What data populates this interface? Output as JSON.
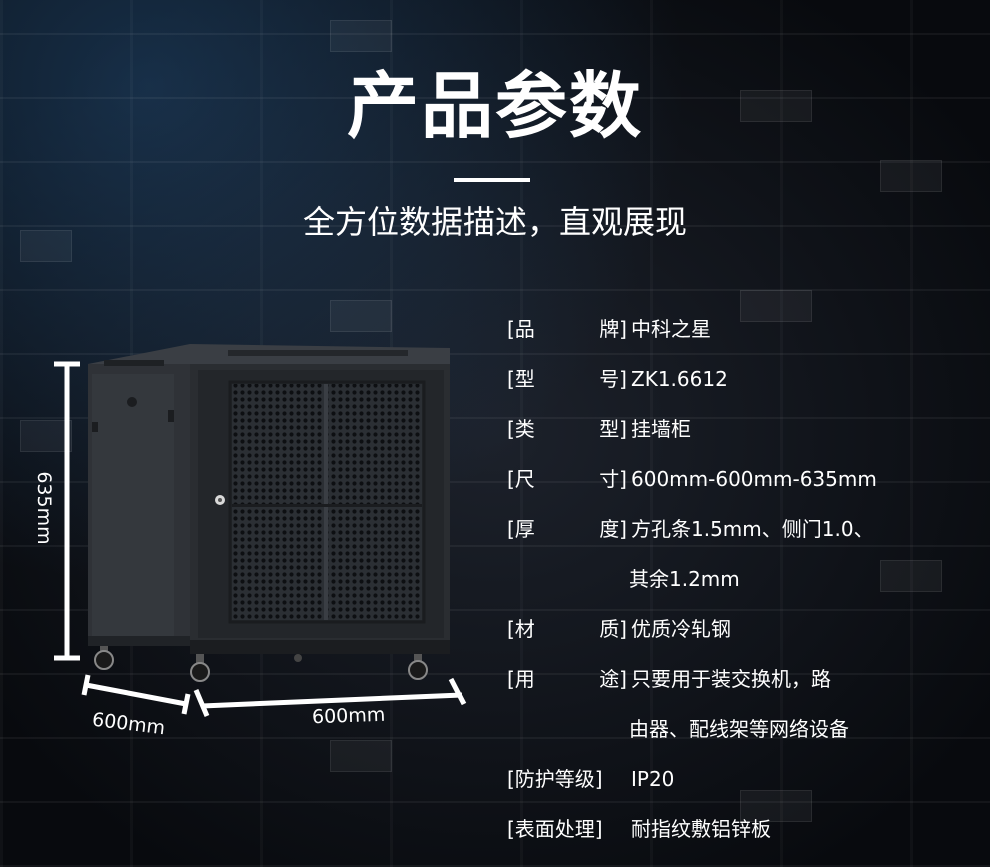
{
  "header": {
    "title": "产品参数",
    "subtitle": "全方位数据描述，直观展现"
  },
  "specs": [
    {
      "label_left": "[品",
      "label_right": "牌]",
      "value": "中科之星"
    },
    {
      "label_left": "[型",
      "label_right": "号]",
      "value": "ZK1.6612"
    },
    {
      "label_left": "[类",
      "label_right": "型]",
      "value": "挂墙柜"
    },
    {
      "label_left": "[尺",
      "label_right": "寸]",
      "value": "600mm-600mm-635mm"
    },
    {
      "label_left": "[厚",
      "label_right": "度]",
      "value": "方孔条1.5mm、侧门1.0、",
      "cont": "其余1.2mm"
    },
    {
      "label_left": "[材",
      "label_right": "质]",
      "value": "优质冷轧钢"
    },
    {
      "label_left": "[用",
      "label_right": "途]",
      "value": "只要用于装交换机，路",
      "cont": "由器、配线架等网络设备"
    },
    {
      "label_left": "[防护等级]",
      "label_right": "",
      "value": "IP20"
    },
    {
      "label_left": "[表面处理]",
      "label_right": "",
      "value": "耐指纹敷铝锌板"
    }
  ],
  "dimensions": {
    "height": "635mm",
    "depth": "600mm",
    "width": "600mm"
  },
  "colors": {
    "background": "#0b1016",
    "text": "#ffffff",
    "cabinet": "#2a2d31"
  }
}
